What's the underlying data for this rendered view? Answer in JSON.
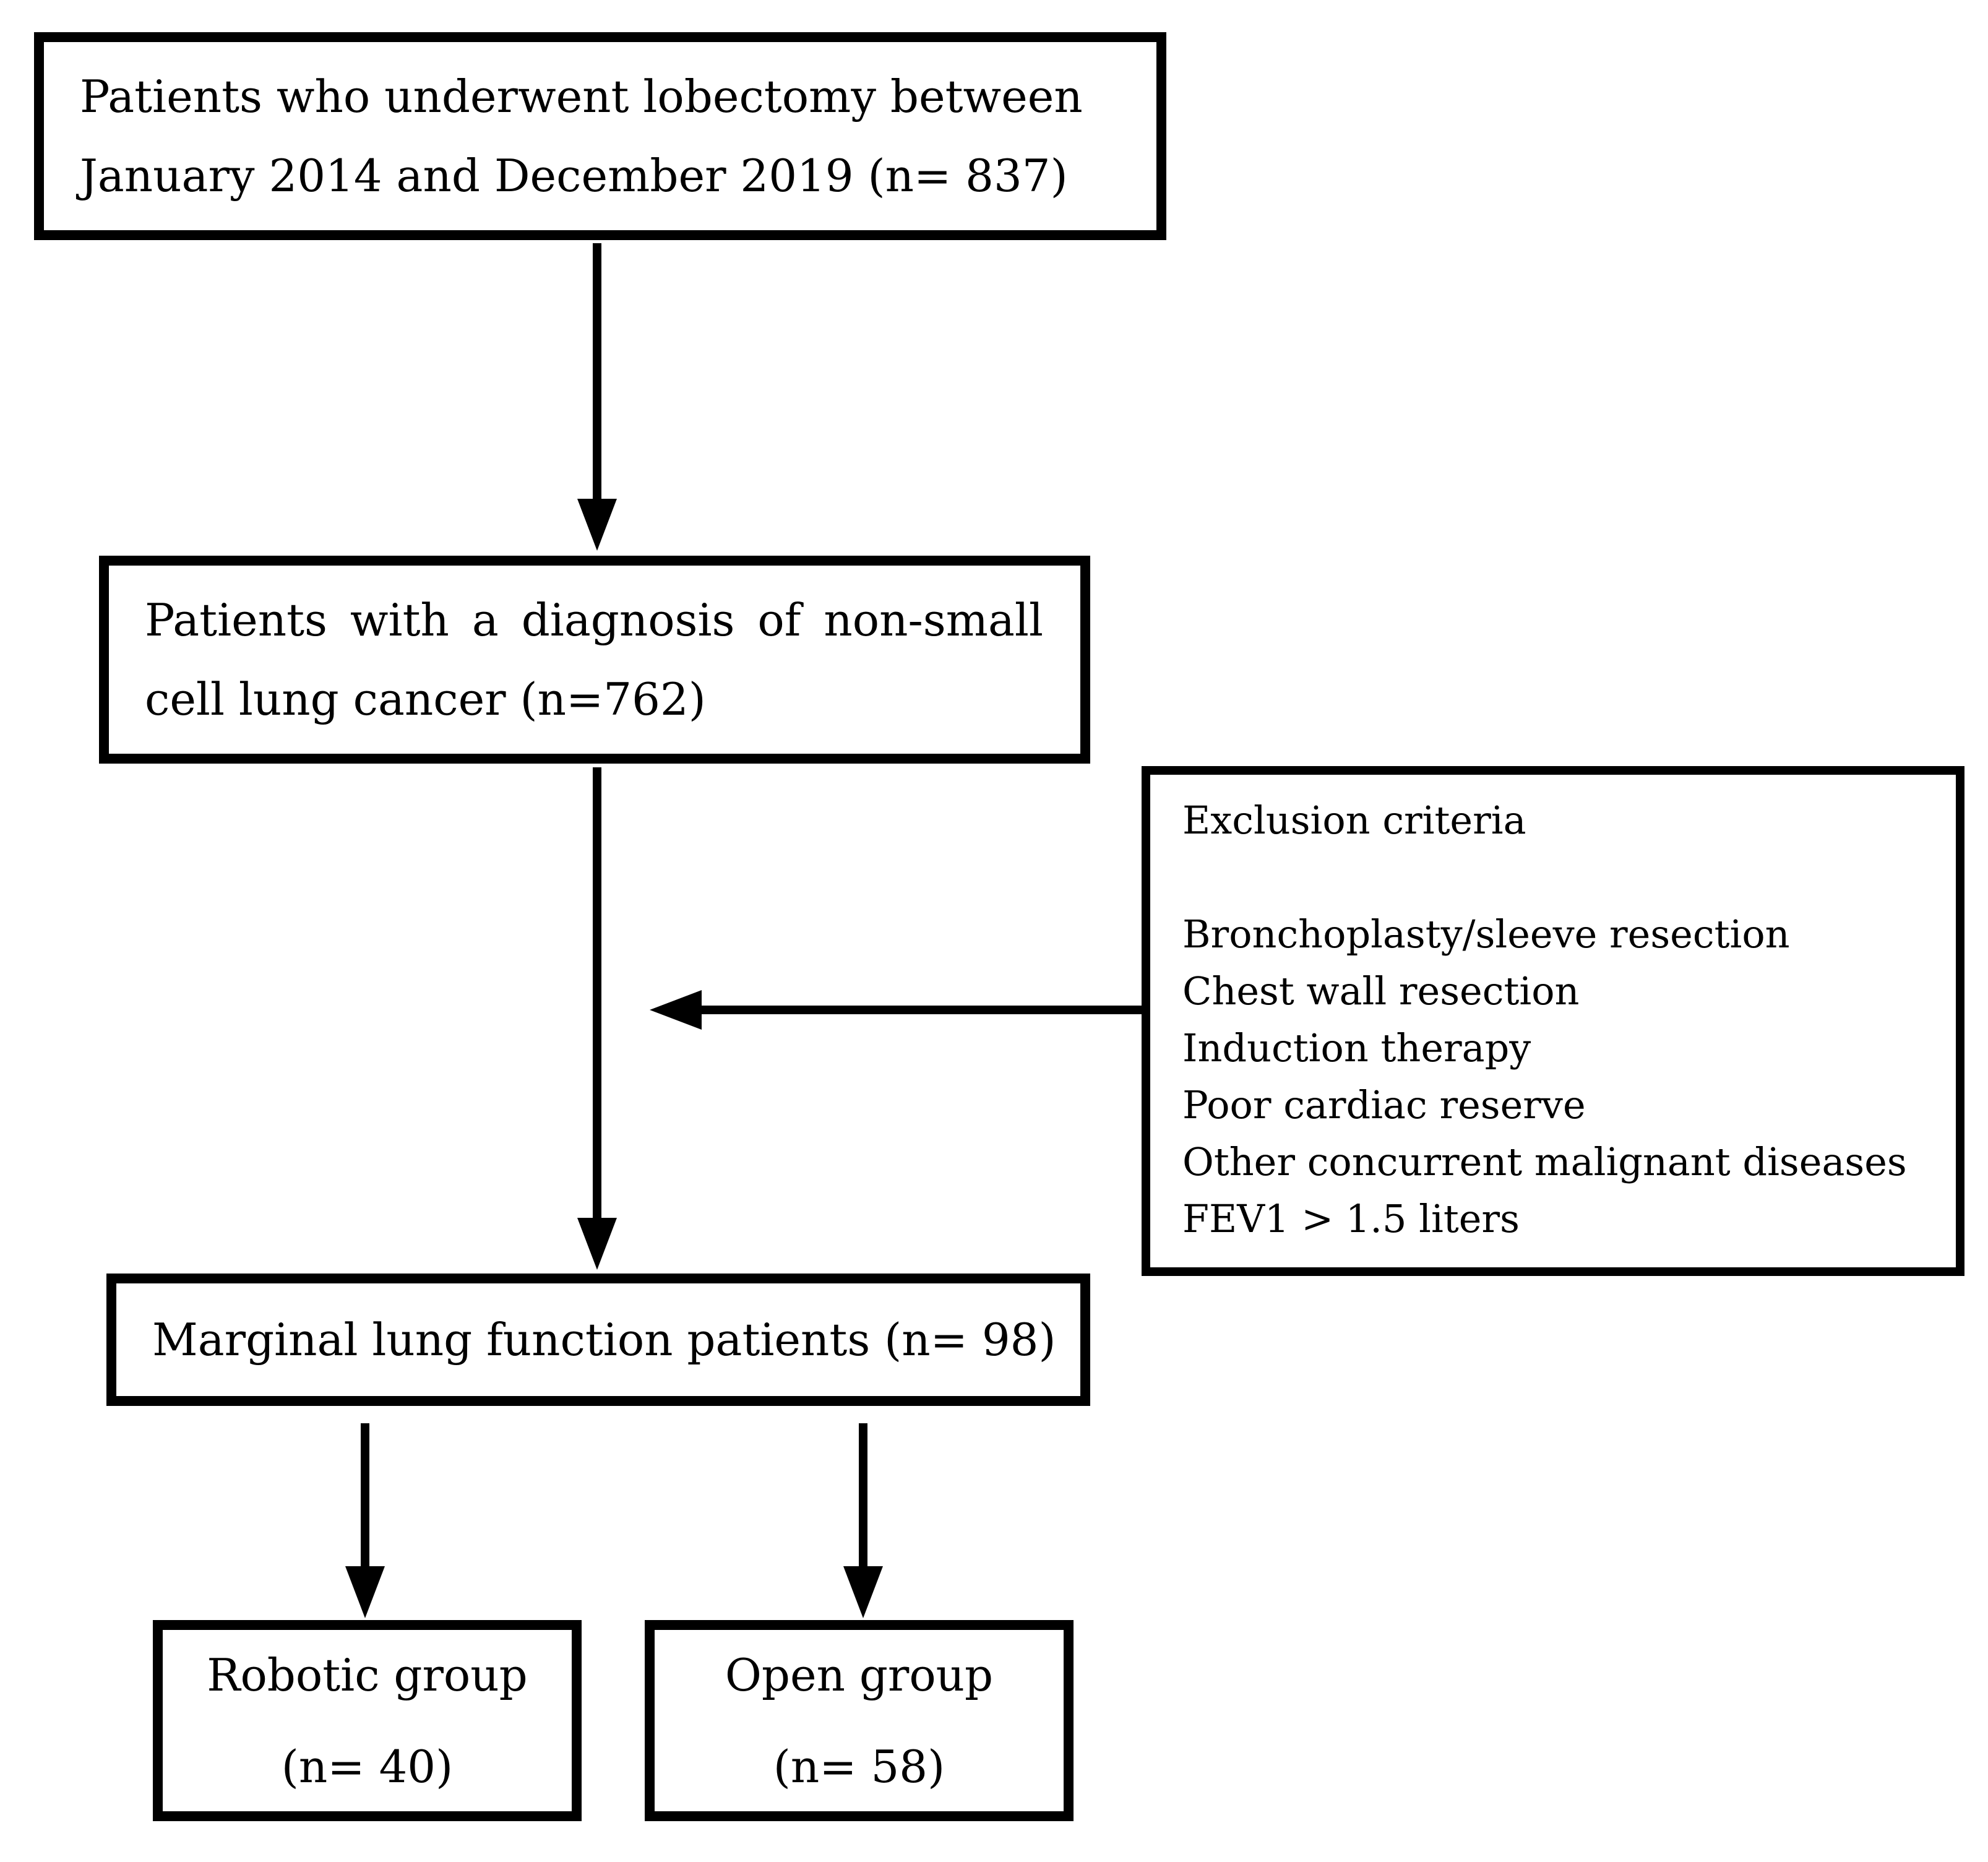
{
  "colors": {
    "border": "#000000",
    "text": "#000000",
    "background": "#ffffff"
  },
  "flow": {
    "box1": {
      "line1": "Patients who underwent lobectomy between",
      "line2": "January 2014 and December 2019 (n= 837)"
    },
    "box2": {
      "line1": "Patients with a diagnosis of non-small",
      "line2": "cell lung cancer (n=762)"
    },
    "exclusion": {
      "title": "Exclusion criteria",
      "items": [
        "Bronchoplasty/sleeve resection",
        "Chest wall resection",
        "Induction therapy",
        "Poor cardiac reserve",
        "Other concurrent malignant diseases",
        "FEV1 > 1.5 liters"
      ]
    },
    "box3": {
      "label": "Marginal lung function patients (n= 98)"
    },
    "box4": {
      "line1": "Robotic group",
      "line2": "(n= 40)"
    },
    "box5": {
      "line1": "Open group",
      "line2": "(n= 58)"
    }
  }
}
